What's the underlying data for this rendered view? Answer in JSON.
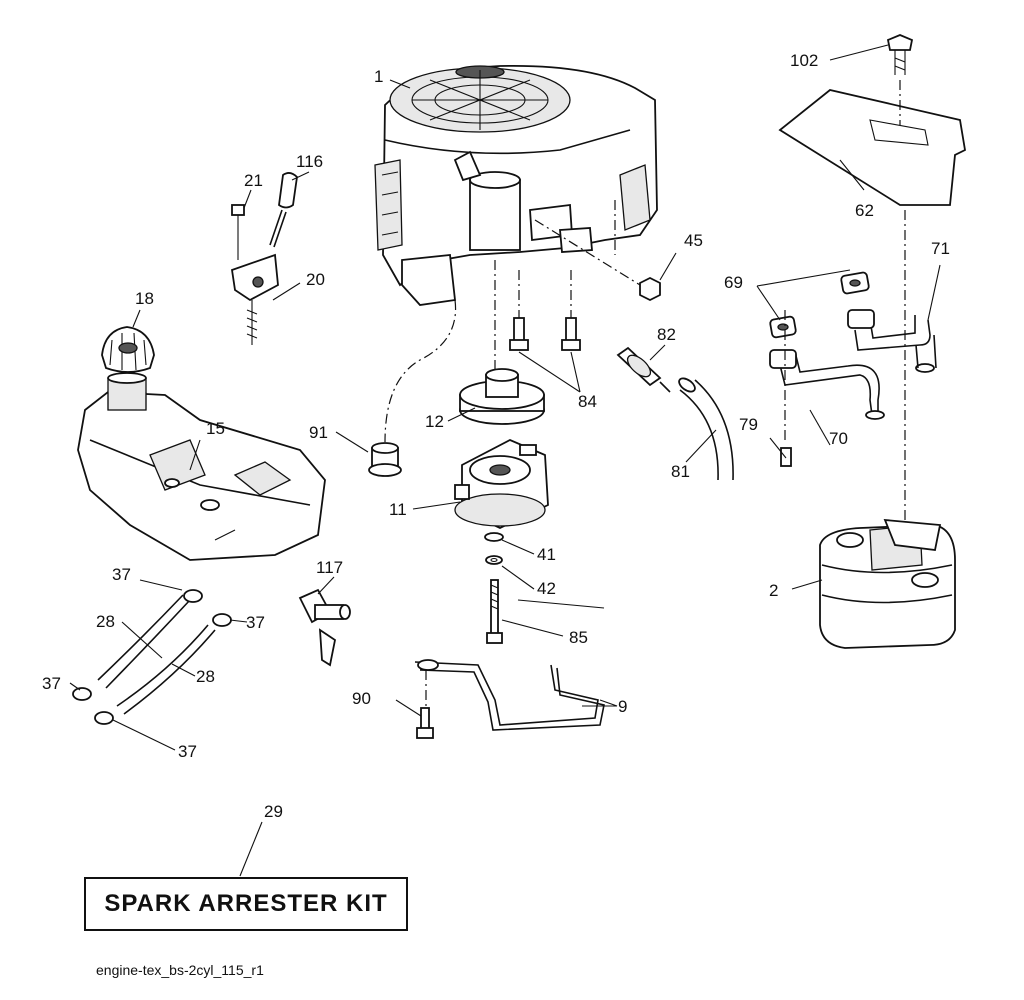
{
  "diagram": {
    "labels": {
      "p1": "1",
      "p2": "2",
      "p9": "9",
      "p11": "11",
      "p12": "12",
      "p15": "15",
      "p18": "18",
      "p20": "20",
      "p21": "21",
      "p28a": "28",
      "p28b": "28",
      "p29": "29",
      "p37a": "37",
      "p37b": "37",
      "p37c": "37",
      "p37d": "37",
      "p41": "41",
      "p42": "42",
      "p45": "45",
      "p62": "62",
      "p69": "69",
      "p70": "70",
      "p71": "71",
      "p79": "79",
      "p81": "81",
      "p82": "82",
      "p84": "84",
      "p85": "85",
      "p90": "90",
      "p91": "91",
      "p102": "102",
      "p116": "116",
      "p117": "117"
    },
    "kit_label": "SPARK ARRESTER KIT",
    "caption": "engine-tex_bs-2cyl_115_r1"
  }
}
